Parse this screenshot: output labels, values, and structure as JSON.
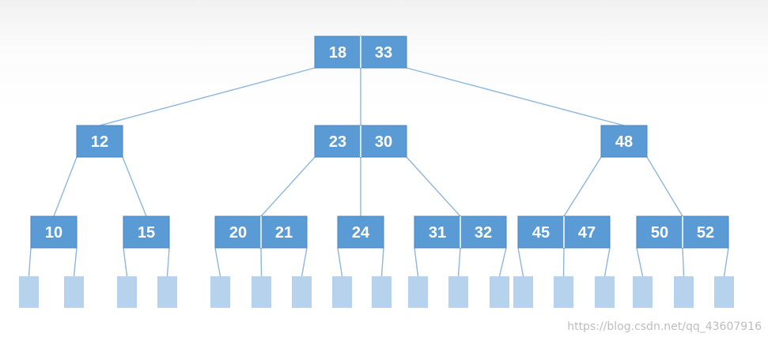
{
  "colors": {
    "node_fill": "#5b9bd5",
    "node_border": "#4a86bf",
    "leaf_fill": "#b7d2ec",
    "edge": "#8db6dd",
    "text": "#ffffff"
  },
  "tree": {
    "root": {
      "keys": [
        "18",
        "33"
      ]
    },
    "level1": [
      {
        "keys": [
          "12"
        ]
      },
      {
        "keys": [
          "23",
          "30"
        ]
      },
      {
        "keys": [
          "48"
        ]
      }
    ],
    "level2": [
      {
        "keys": [
          "10"
        ]
      },
      {
        "keys": [
          "15"
        ]
      },
      {
        "keys": [
          "20",
          "21"
        ]
      },
      {
        "keys": [
          "24"
        ]
      },
      {
        "keys": [
          "31",
          "32"
        ]
      },
      {
        "keys": [
          "45",
          "47"
        ]
      },
      {
        "keys": [
          "50",
          "52"
        ]
      }
    ],
    "leaf_count": 18
  },
  "watermark": "https://blog.csdn.net/qq_43607916"
}
